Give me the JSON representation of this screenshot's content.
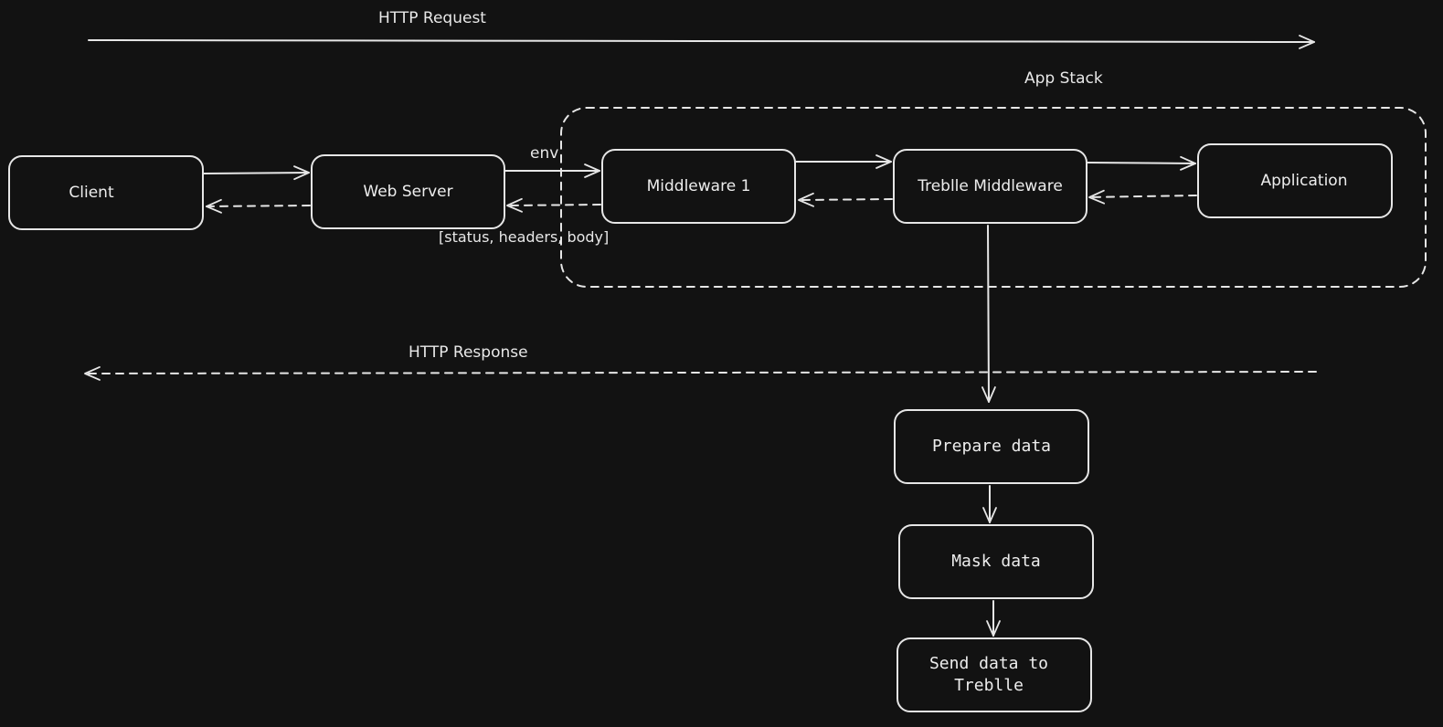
{
  "labels": {
    "http_request": "HTTP Request",
    "app_stack": "App Stack",
    "env": "env",
    "status_headers_body": "[status, headers, body]",
    "http_response": "HTTP Response"
  },
  "nodes": {
    "client": "Client",
    "web_server": "Web Server",
    "middleware_1": "Middleware 1",
    "treblle_middleware": "Treblle Middleware",
    "application": "Application",
    "prepare_data": "Prepare data",
    "mask_data": "Mask data",
    "send_data": "Send data to\nTreblle"
  },
  "colors": {
    "background": "#121212",
    "stroke": "#e6e6e6"
  }
}
